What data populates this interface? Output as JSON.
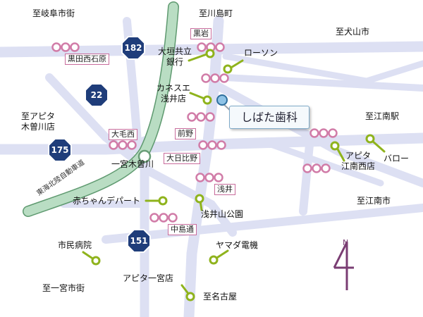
{
  "colors": {
    "road": "#dde0f3",
    "road_edge": "#c8cce8",
    "highway": "#b9ddc3",
    "highway_edge": "#5f9a70",
    "signal": "#d17ca8",
    "landmark": "#8fb31c",
    "route_badge": "#1f3d7a",
    "label_border": "#c86c9c",
    "north_arrow": "#7a3d73"
  },
  "directions": {
    "gifu": "至岐阜市街",
    "kawashima": "至川島町",
    "inuyama": "至犬山市",
    "apita_kisogawa": "至アピタ\n木曽川店",
    "konan_station": "至江南駅",
    "konan_city": "至江南市",
    "ichinomiya": "至一宮市街",
    "nagoya": "至名古屋"
  },
  "intersections": {
    "kurodanishiishihara": "黒田西石原",
    "kuroiwa": "黒岩",
    "okenishi": "大毛西",
    "maeno": "前野",
    "ohibino": "大日比野",
    "asai": "浅井",
    "nakashimadori": "中島通"
  },
  "landmarks": {
    "ogaki_bank": "大垣共立\n銀行",
    "lawson": "ローソン",
    "kanesue": "カネスエ\n浅井店",
    "apita_konan": "アピタ\n江南西店",
    "barrow": "バロー",
    "akachan": "赤ちゃんデパート",
    "asai_park": "浅井山公園",
    "hospital": "市民病院",
    "yamada": "ヤマダ電機",
    "apita_ichinomiya": "アピタ一宮店"
  },
  "station": "一宮木曽川",
  "highway_name": "東海北陸自動車道",
  "routes": {
    "r182": "182",
    "r22": "22",
    "r175": "175",
    "r151": "151"
  },
  "clinic_name": "しばた歯科",
  "north_label": "N"
}
